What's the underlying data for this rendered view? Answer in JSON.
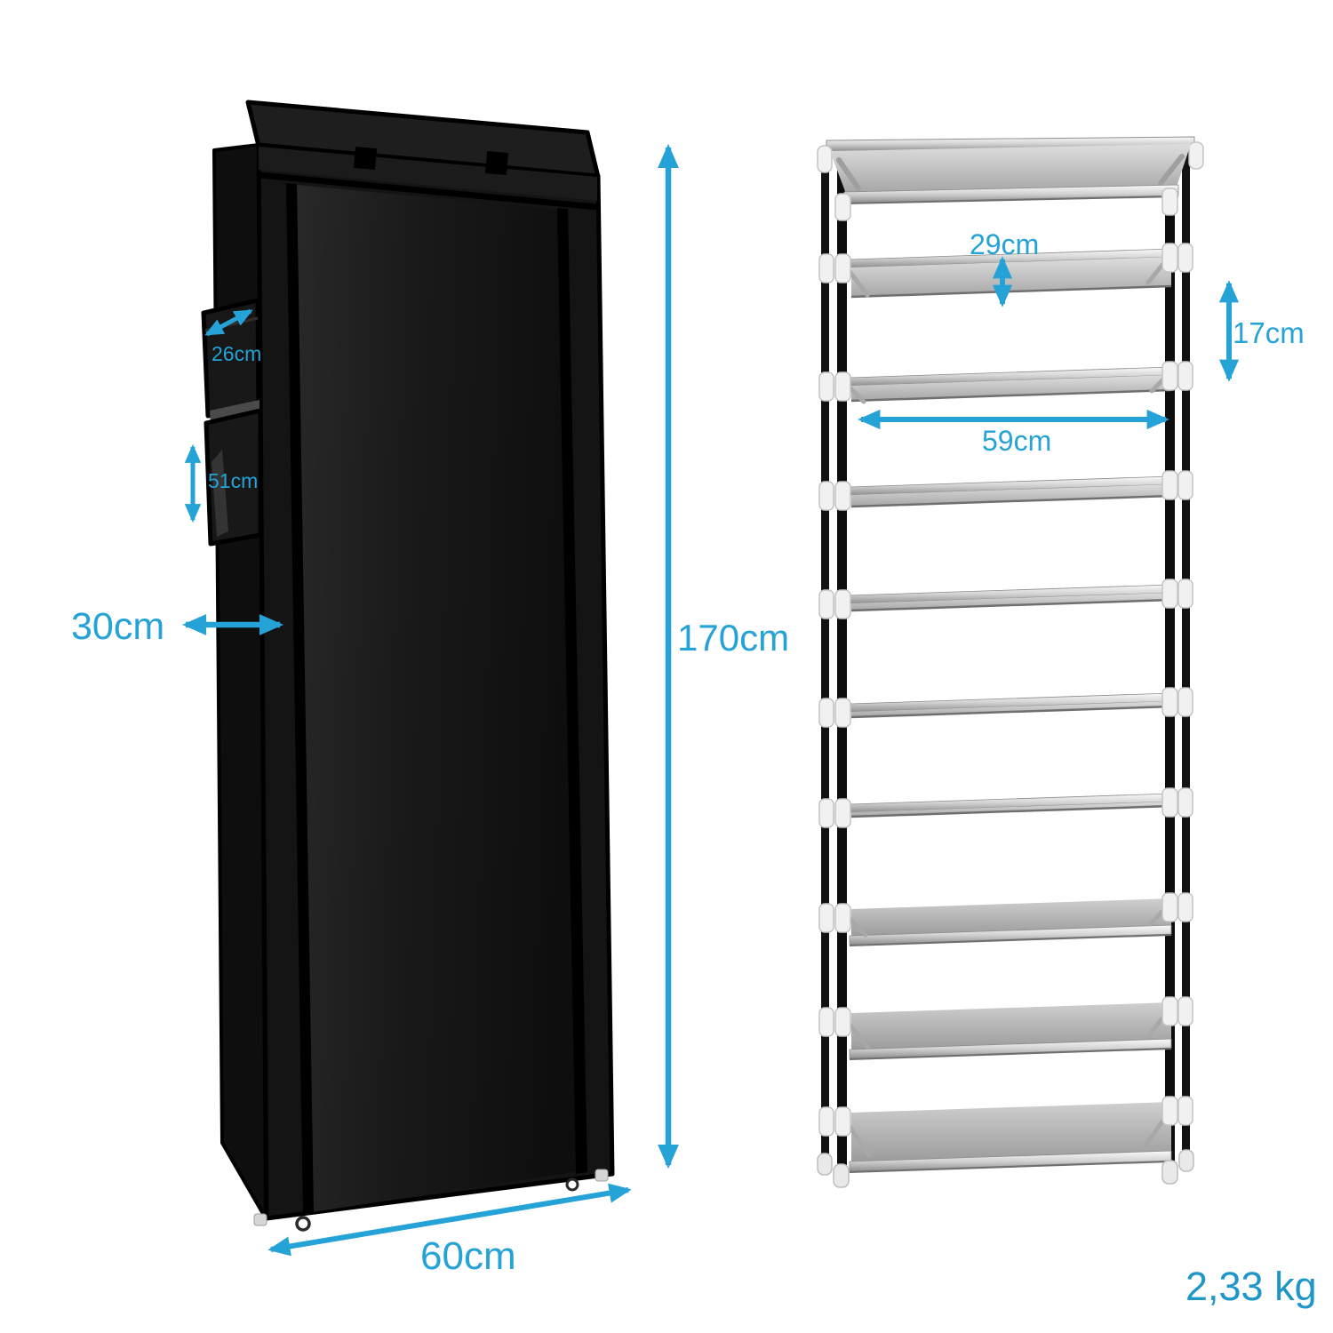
{
  "scene": {
    "background": "#ffffff",
    "left_item": "fabric shoe cabinet with black cover and side pockets",
    "right_item": "10-tier shoe rack frame with grey fabric shelves"
  },
  "annotations": {
    "color": "#25a3d7",
    "weight_color": "#1e96c8",
    "wardrobe": {
      "pocket_width": "26cm",
      "pocket_height": "51cm",
      "depth": "30cm",
      "width": "60cm",
      "height": "170cm"
    },
    "rack": {
      "shelf_depth": "29cm",
      "tier_height": "17cm",
      "shelf_width": "59cm"
    },
    "weight": "2,33 kg"
  },
  "rack": {
    "tier_count": 10,
    "frame_color": "#121212",
    "shelf_fabric_color": "#bfbfbf",
    "connector_color": "#f1f1f1"
  },
  "wardrobe": {
    "cover_color": "#131313",
    "side_pocket_count": 2
  }
}
